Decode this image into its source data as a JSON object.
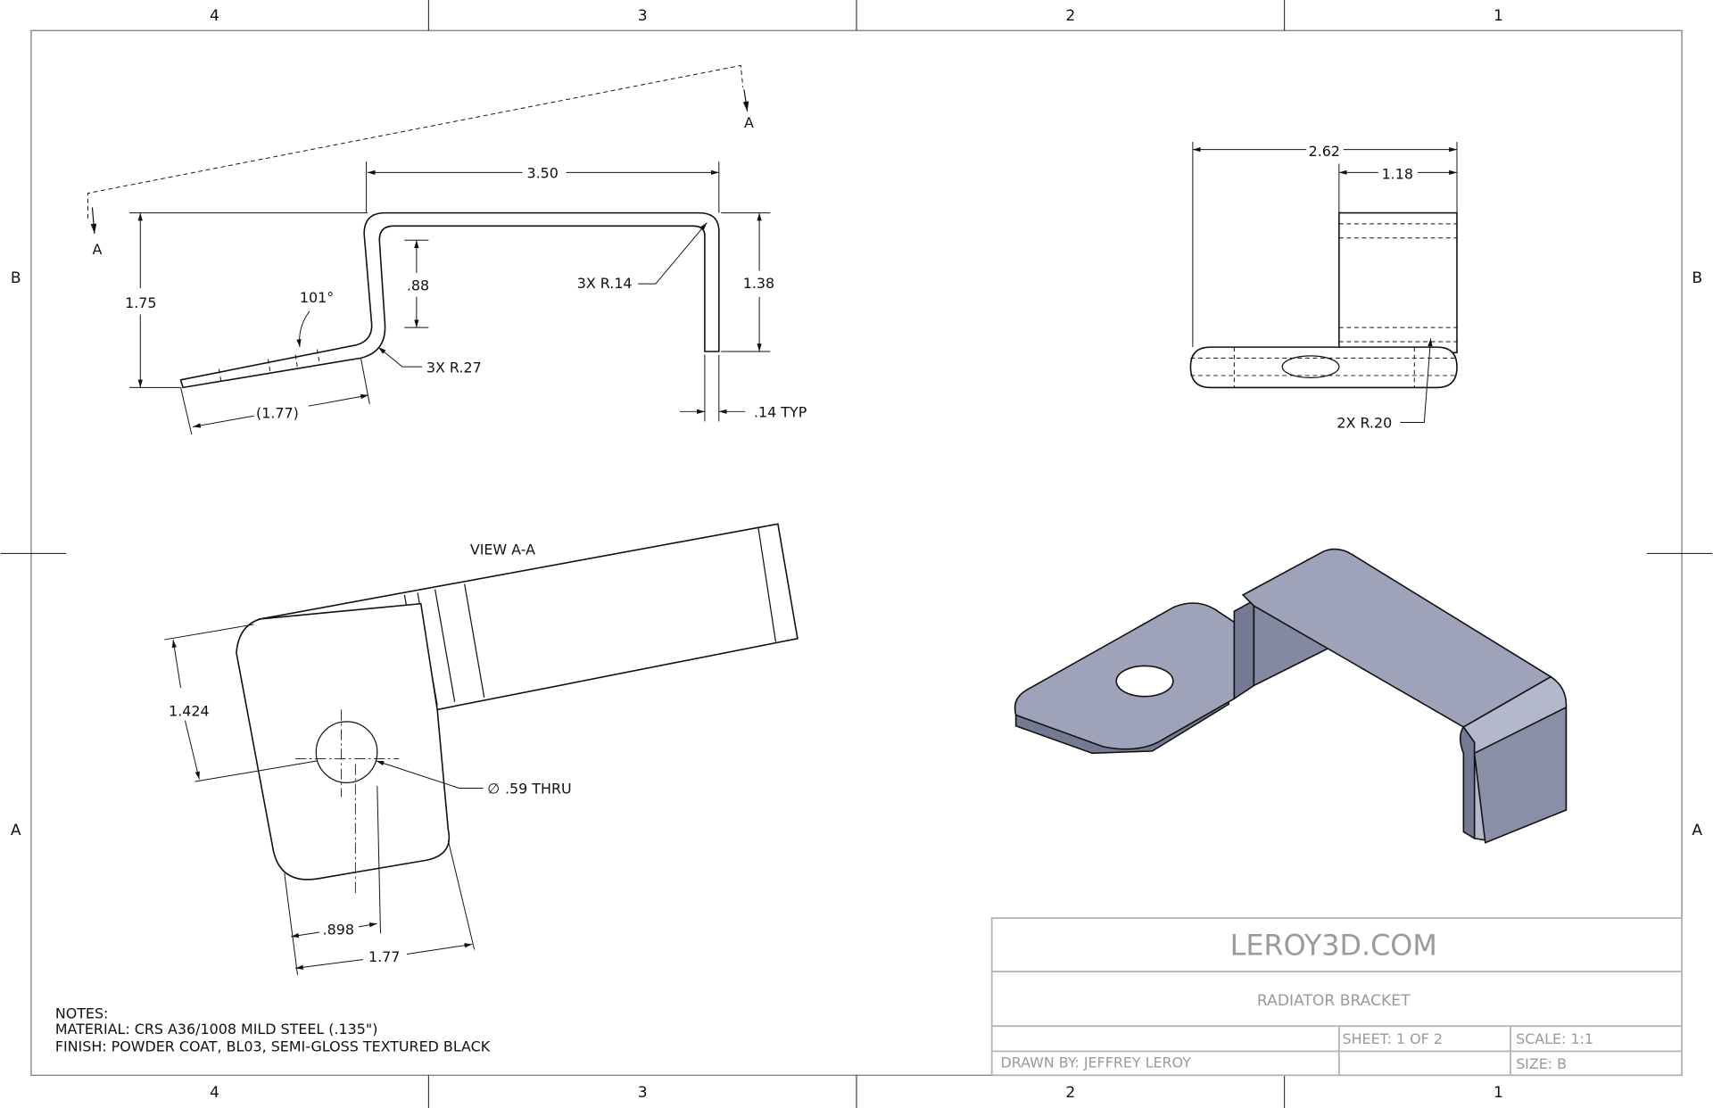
{
  "zones": {
    "columns": [
      "4",
      "3",
      "2",
      "1"
    ],
    "rows": [
      "B",
      "A"
    ]
  },
  "front_view": {
    "section_label_left": "A",
    "section_label_right": "A",
    "dims": {
      "width_top": "3.50",
      "height_total": "1.75",
      "height_inner": ".88",
      "height_right": "1.38",
      "angle": "101°",
      "radius_small": "3X R.14",
      "radius_large": "3X R.27",
      "flange_length": "(1.77)",
      "thickness": ".14 TYP"
    }
  },
  "top_view": {
    "dims": {
      "overall": "2.62",
      "tab": "1.18",
      "radius": "2X R.20"
    }
  },
  "section_view": {
    "title": "VIEW A-A",
    "dims": {
      "hole_offset": "1.424",
      "hole_x": ".898",
      "width": "1.77",
      "hole": ".59 THRU",
      "diameter_symbol": "∅"
    }
  },
  "notes": {
    "heading": "NOTES:",
    "material": "MATERIAL: CRS A36/1008 MILD STEEL (.135\")",
    "finish": "FINISH: POWDER COAT, BL03, SEMI-GLOSS TEXTURED BLACK"
  },
  "title_block": {
    "company": "LEROY3D.COM",
    "title": "RADIATOR BRACKET",
    "sheet": "SHEET:  1 OF 2",
    "scale": "SCALE:   1:1",
    "drawn_by": "DRAWN BY:  JEFFREY LEROY",
    "size": "SIZE:   B"
  },
  "colors": {
    "part_shade": "#9ea3ba",
    "part_dark": "#747a93",
    "title_text": "#9a9a9a"
  }
}
